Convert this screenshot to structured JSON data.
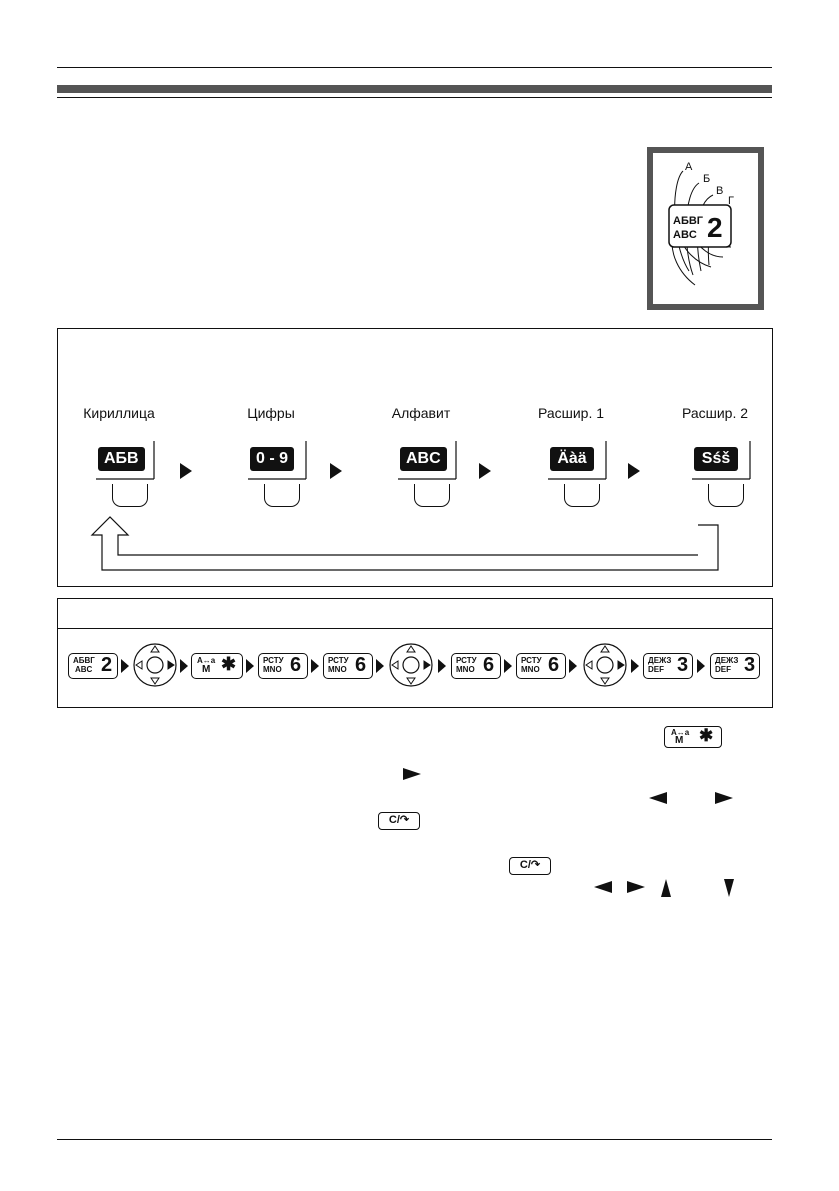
{
  "modes": [
    {
      "label": "Кириллица",
      "key": "АБВ"
    },
    {
      "label": "Цифры",
      "key": "0 - 9"
    },
    {
      "label": "Алфавит",
      "key": "ABC"
    },
    {
      "label": "Расшир. 1",
      "key": "Äàä"
    },
    {
      "label": "Расшир. 2",
      "key": "Sśš"
    }
  ],
  "key_illustration": {
    "letters": [
      "А",
      "Б",
      "В",
      "Г"
    ],
    "key_top": "АБВГ",
    "key_bottom": "ABC",
    "key_digit": "2"
  },
  "example_keys": {
    "key2_top": "АБВГ",
    "key2_bottom": "ABC",
    "key2_digit": "2",
    "star_top": "A↔a",
    "star_bottom": "M",
    "star_sym": "✱",
    "key6_top": "РСТУ",
    "key6_bottom": "MNO",
    "key6_digit": "6",
    "key3_top": "ДЕЖЗ",
    "key3_bottom": "DEF",
    "key3_digit": "3"
  },
  "inline_keys": {
    "clear_label": "C/↷"
  }
}
